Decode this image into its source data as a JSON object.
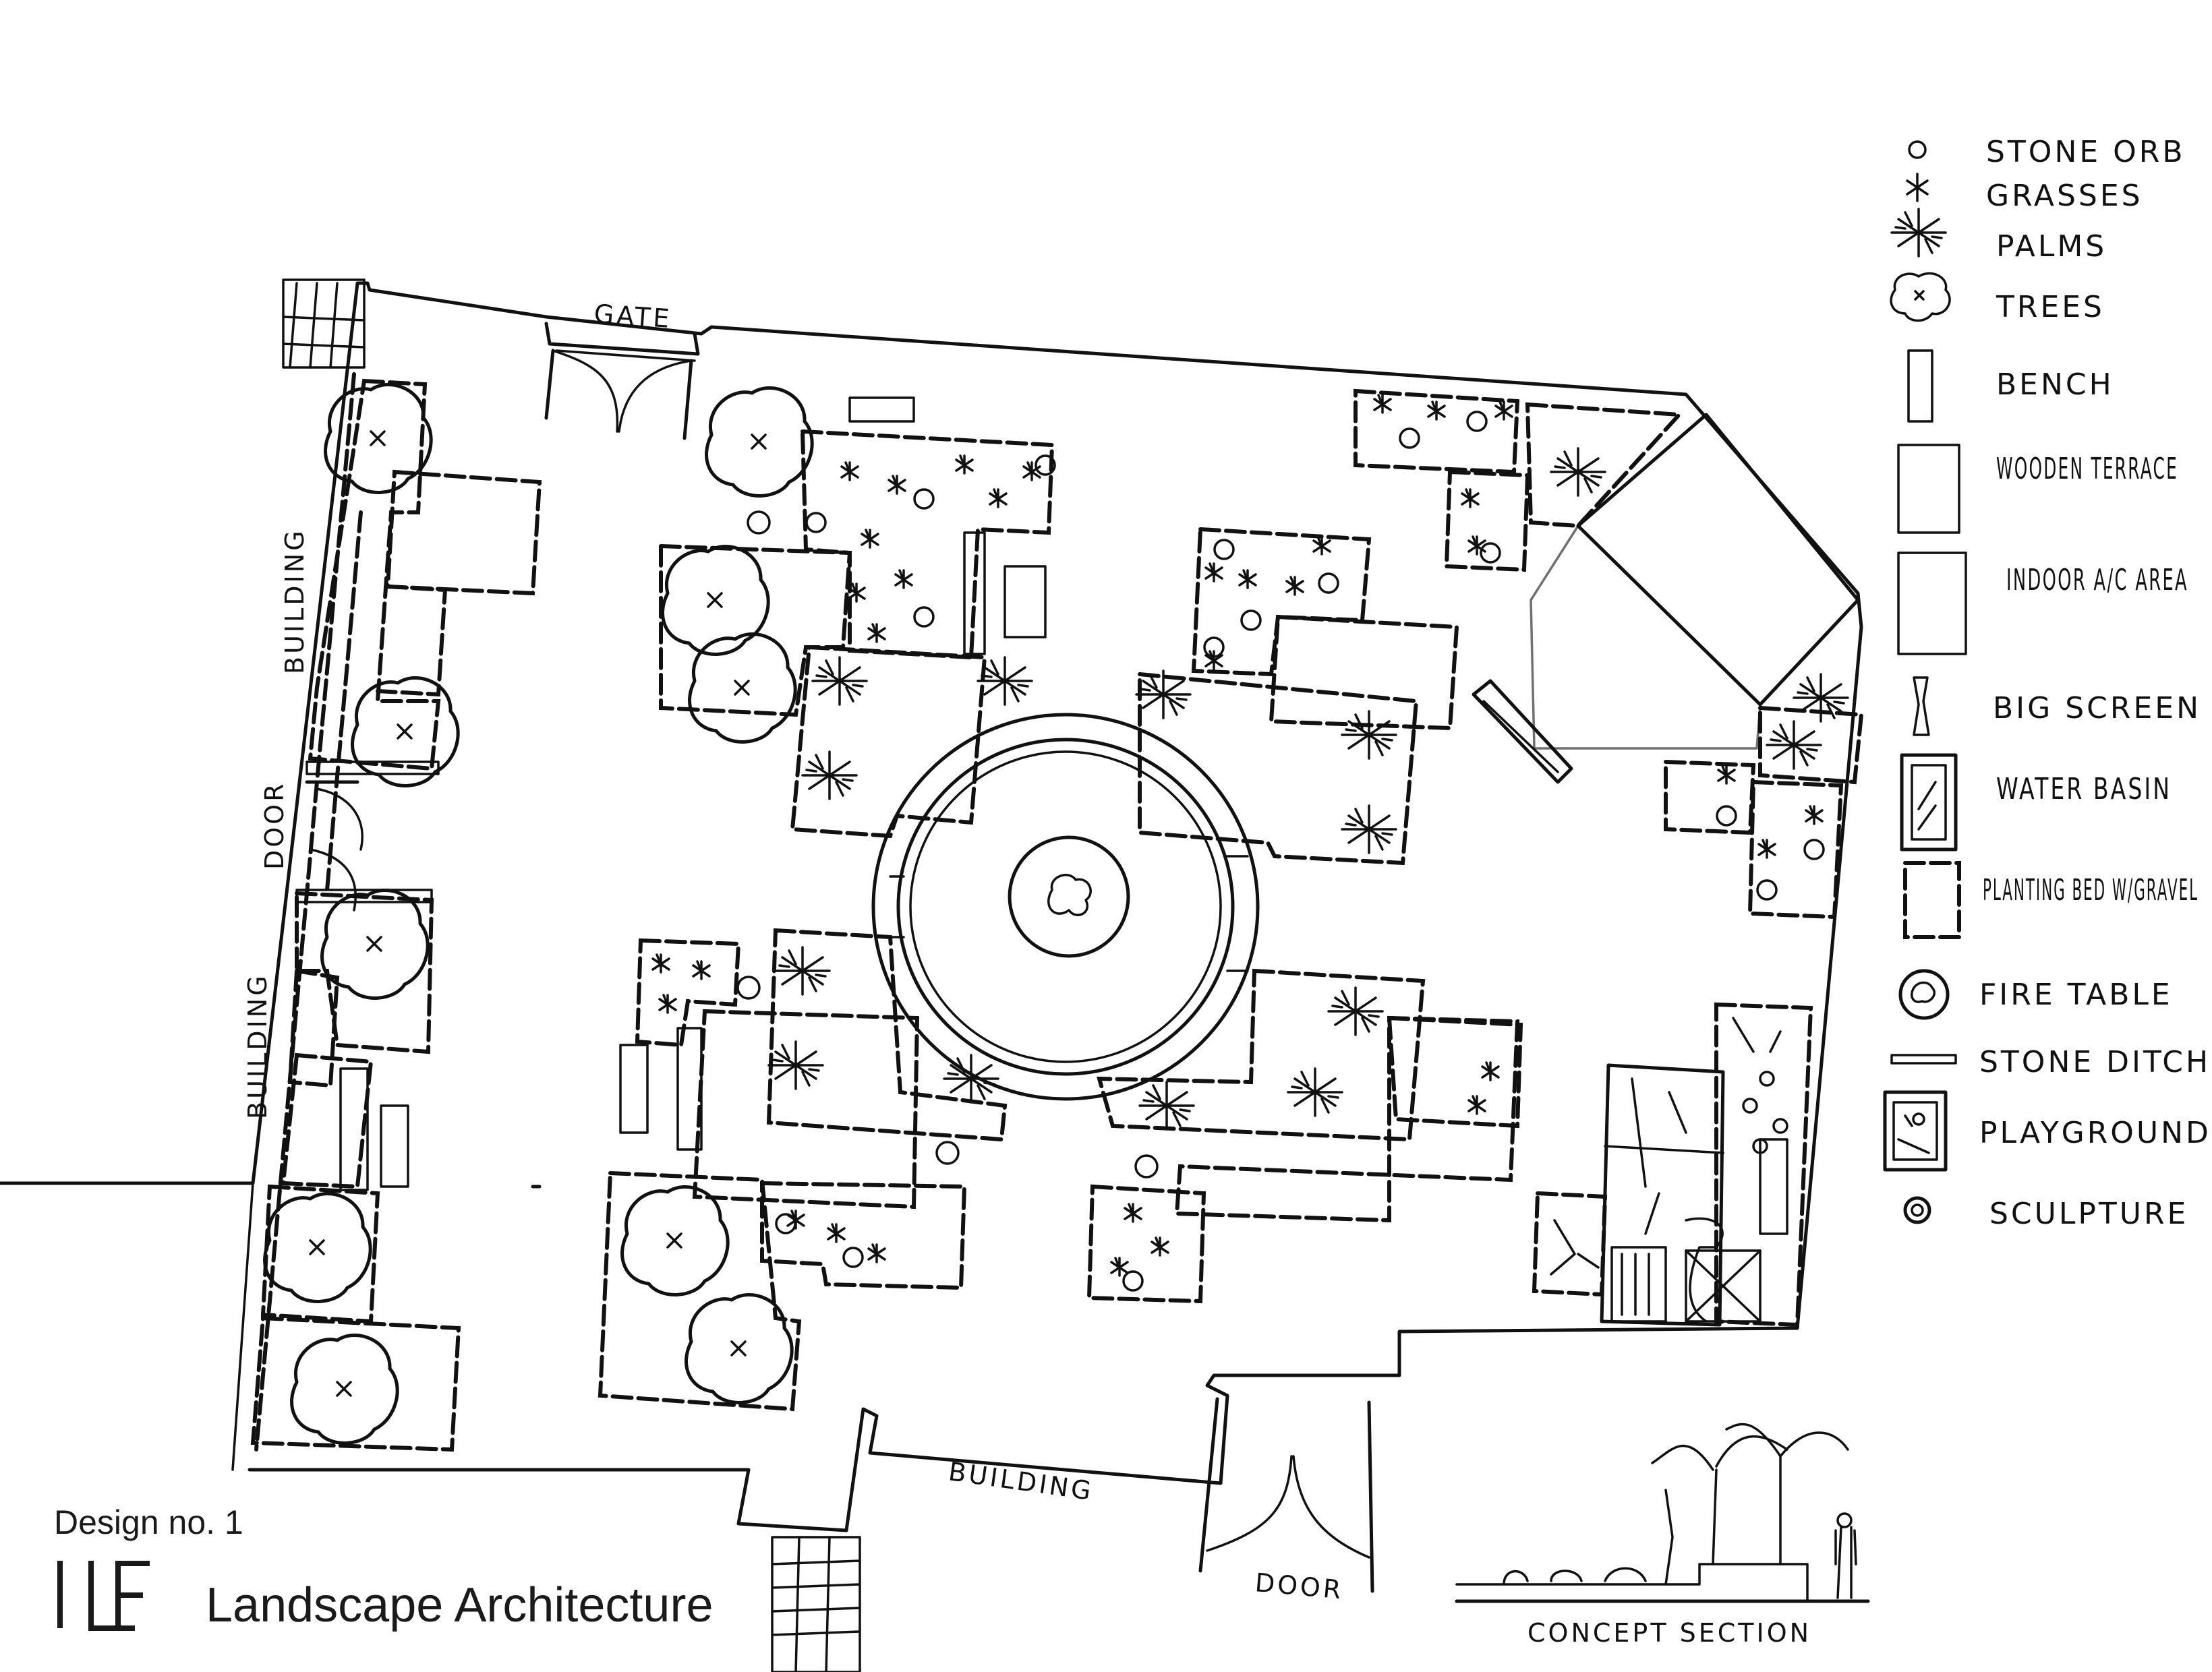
{
  "legend": {
    "items": [
      {
        "icon": "stone-orb-icon",
        "label": "STONE ORB"
      },
      {
        "icon": "grasses-icon",
        "label": "GRASSES"
      },
      {
        "icon": "palms-icon",
        "label": "PALMS"
      },
      {
        "icon": "trees-icon",
        "label": "TREES"
      },
      {
        "icon": "bench-icon",
        "label": "BENCH"
      },
      {
        "icon": "wooden-terrace-icon",
        "label": "WOODEN TERRACE"
      },
      {
        "icon": "indoor-ac-area-icon",
        "label": "INDOOR A/C AREA"
      },
      {
        "icon": "big-screen-icon",
        "label": "BIG SCREEN"
      },
      {
        "icon": "water-basin-icon",
        "label": "WATER BASIN"
      },
      {
        "icon": "planting-bed-icon",
        "label": "PLANTING BED W/GRAVEL"
      },
      {
        "icon": "fire-table-icon",
        "label": "FIRE TABLE"
      },
      {
        "icon": "stone-ditch-icon",
        "label": "STONE DITCH"
      },
      {
        "icon": "playground-icon",
        "label": "PLAYGROUND"
      },
      {
        "icon": "sculpture-icon",
        "label": "SCULPTURE"
      }
    ]
  },
  "plan": {
    "labels": {
      "gate": "GATE",
      "building_top_left": "BUILDING",
      "door_left": "DOOR",
      "building_bottom_left": "BUILDING",
      "building_bottom": "BUILDING",
      "door_bottom": "DOOR",
      "concept_section": "CONCEPT SECTION"
    }
  },
  "title_block": {
    "design_no": "Design no. 1",
    "logo_text": "ILF",
    "company": "Landscape Architecture"
  }
}
